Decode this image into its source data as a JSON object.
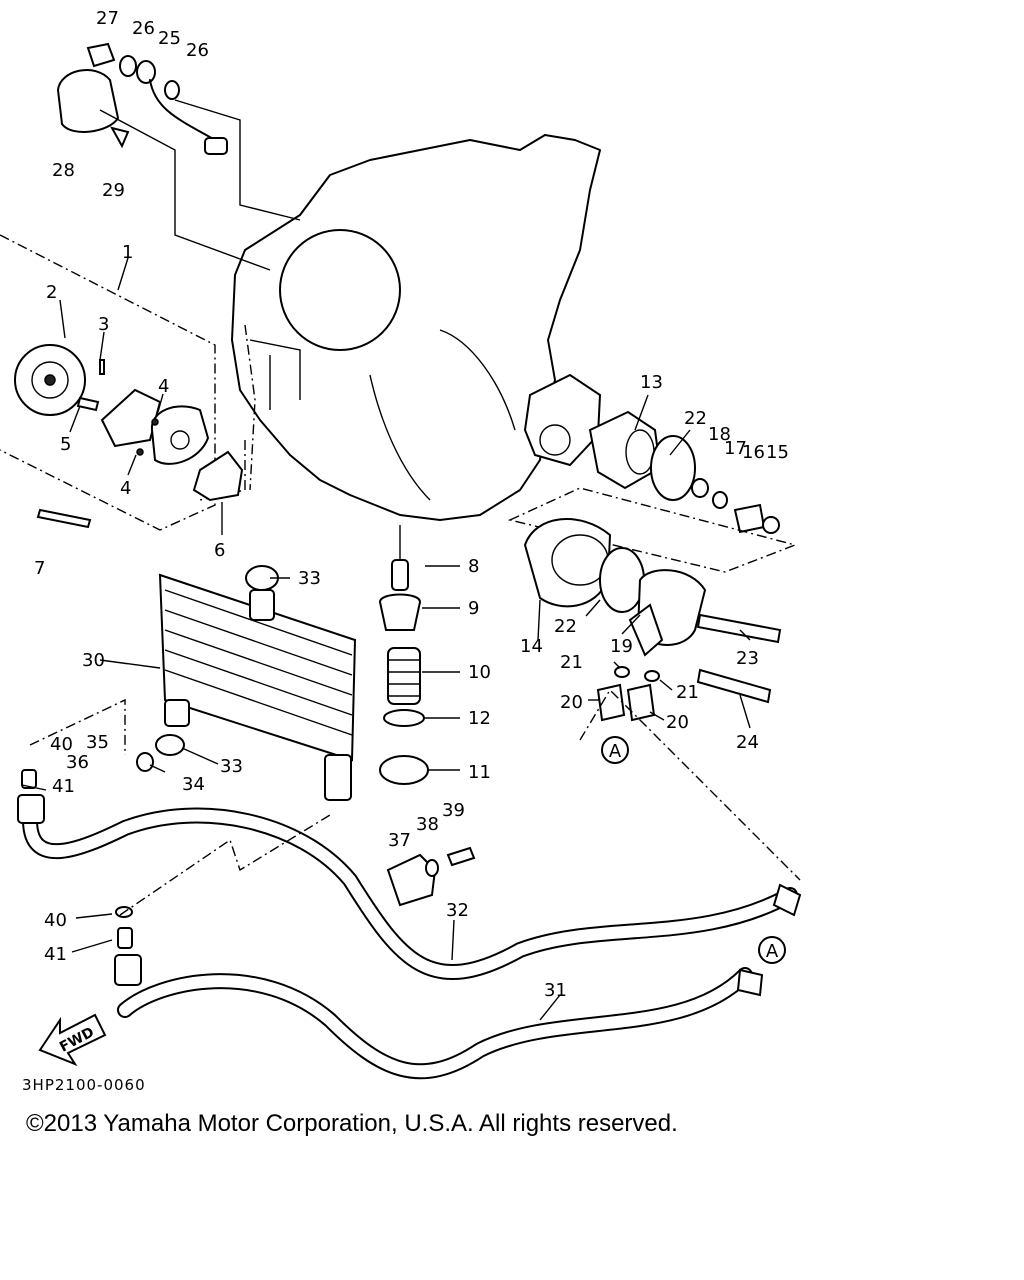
{
  "diagram_code": "3HP2100-0060",
  "copyright": "©2013 Yamaha Motor Corporation, U.S.A. All rights reserved.",
  "arrow_text": "FWD",
  "reference_marker": "A",
  "callouts": [
    "27",
    "26",
    "25",
    "26",
    "28",
    "29",
    "1",
    "2",
    "3",
    "4",
    "5",
    "4",
    "7",
    "6",
    "33",
    "30",
    "40",
    "35",
    "36",
    "41",
    "34",
    "33",
    "8",
    "9",
    "10",
    "12",
    "11",
    "13",
    "22",
    "18",
    "17",
    "16",
    "15",
    "14",
    "22",
    "19",
    "23",
    "21",
    "21",
    "20",
    "20",
    "24",
    "37",
    "38",
    "39",
    "32",
    "40",
    "41",
    "31"
  ]
}
